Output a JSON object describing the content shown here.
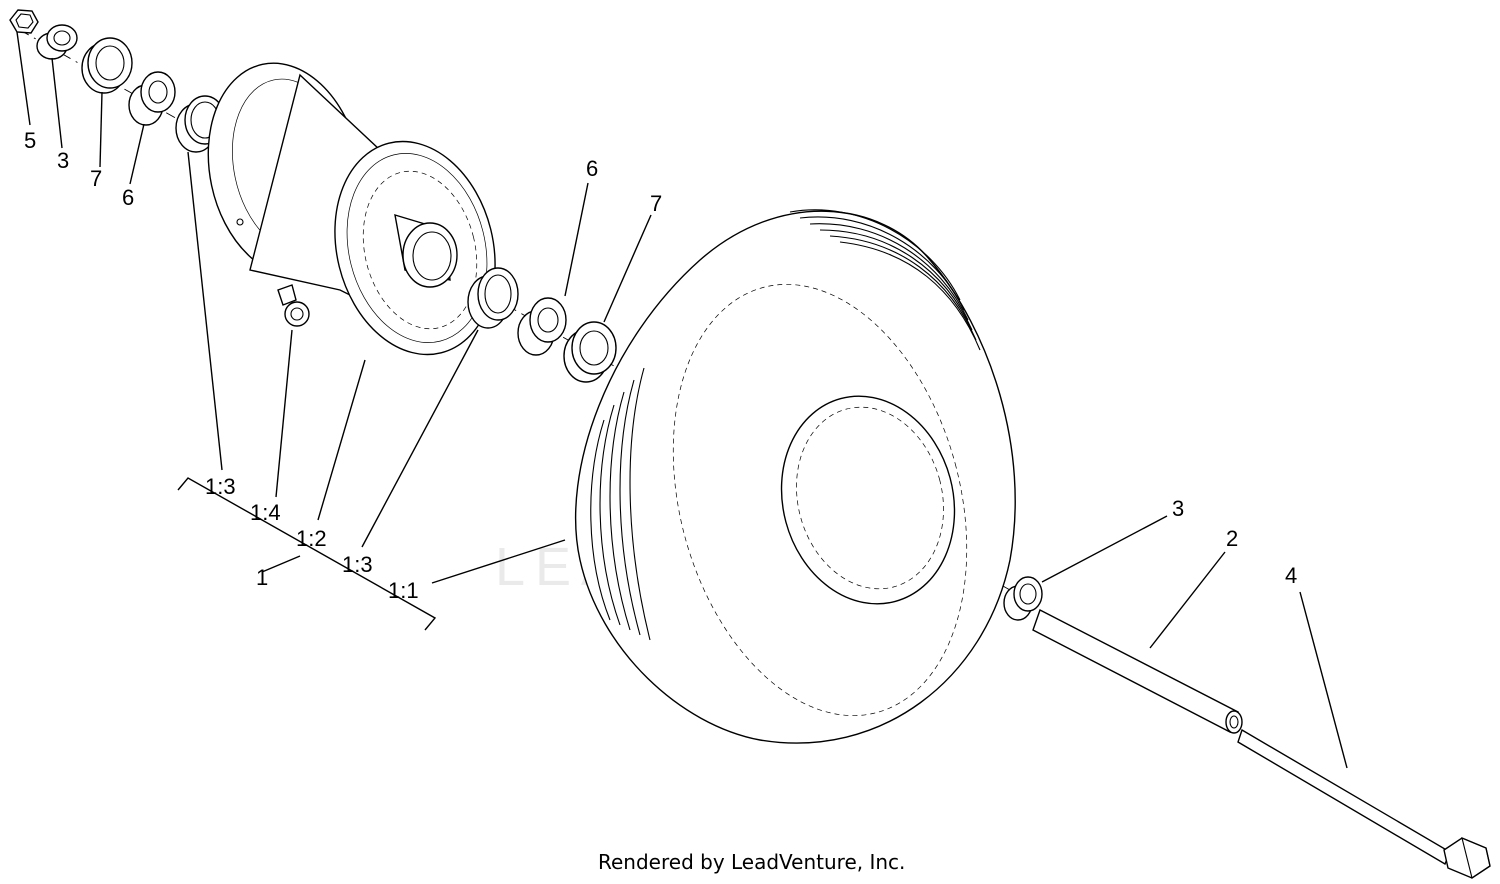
{
  "diagram": {
    "callouts": [
      {
        "id": "c-5a",
        "text": "5"
      },
      {
        "id": "c-3a",
        "text": "3"
      },
      {
        "id": "c-7a",
        "text": "7"
      },
      {
        "id": "c-6a",
        "text": "6"
      },
      {
        "id": "c-6b",
        "text": "6"
      },
      {
        "id": "c-7b",
        "text": "7"
      },
      {
        "id": "c-1-3a",
        "text": "1:3"
      },
      {
        "id": "c-1-4",
        "text": "1:4"
      },
      {
        "id": "c-1-2",
        "text": "1:2"
      },
      {
        "id": "c-1-3b",
        "text": "1:3"
      },
      {
        "id": "c-1",
        "text": "1"
      },
      {
        "id": "c-1-1",
        "text": "1:1"
      },
      {
        "id": "c-3b",
        "text": "3"
      },
      {
        "id": "c-2",
        "text": "2"
      },
      {
        "id": "c-4",
        "text": "4"
      }
    ],
    "watermark": "LEADVENTURE",
    "footer": "Rendered by LeadVenture, Inc."
  }
}
